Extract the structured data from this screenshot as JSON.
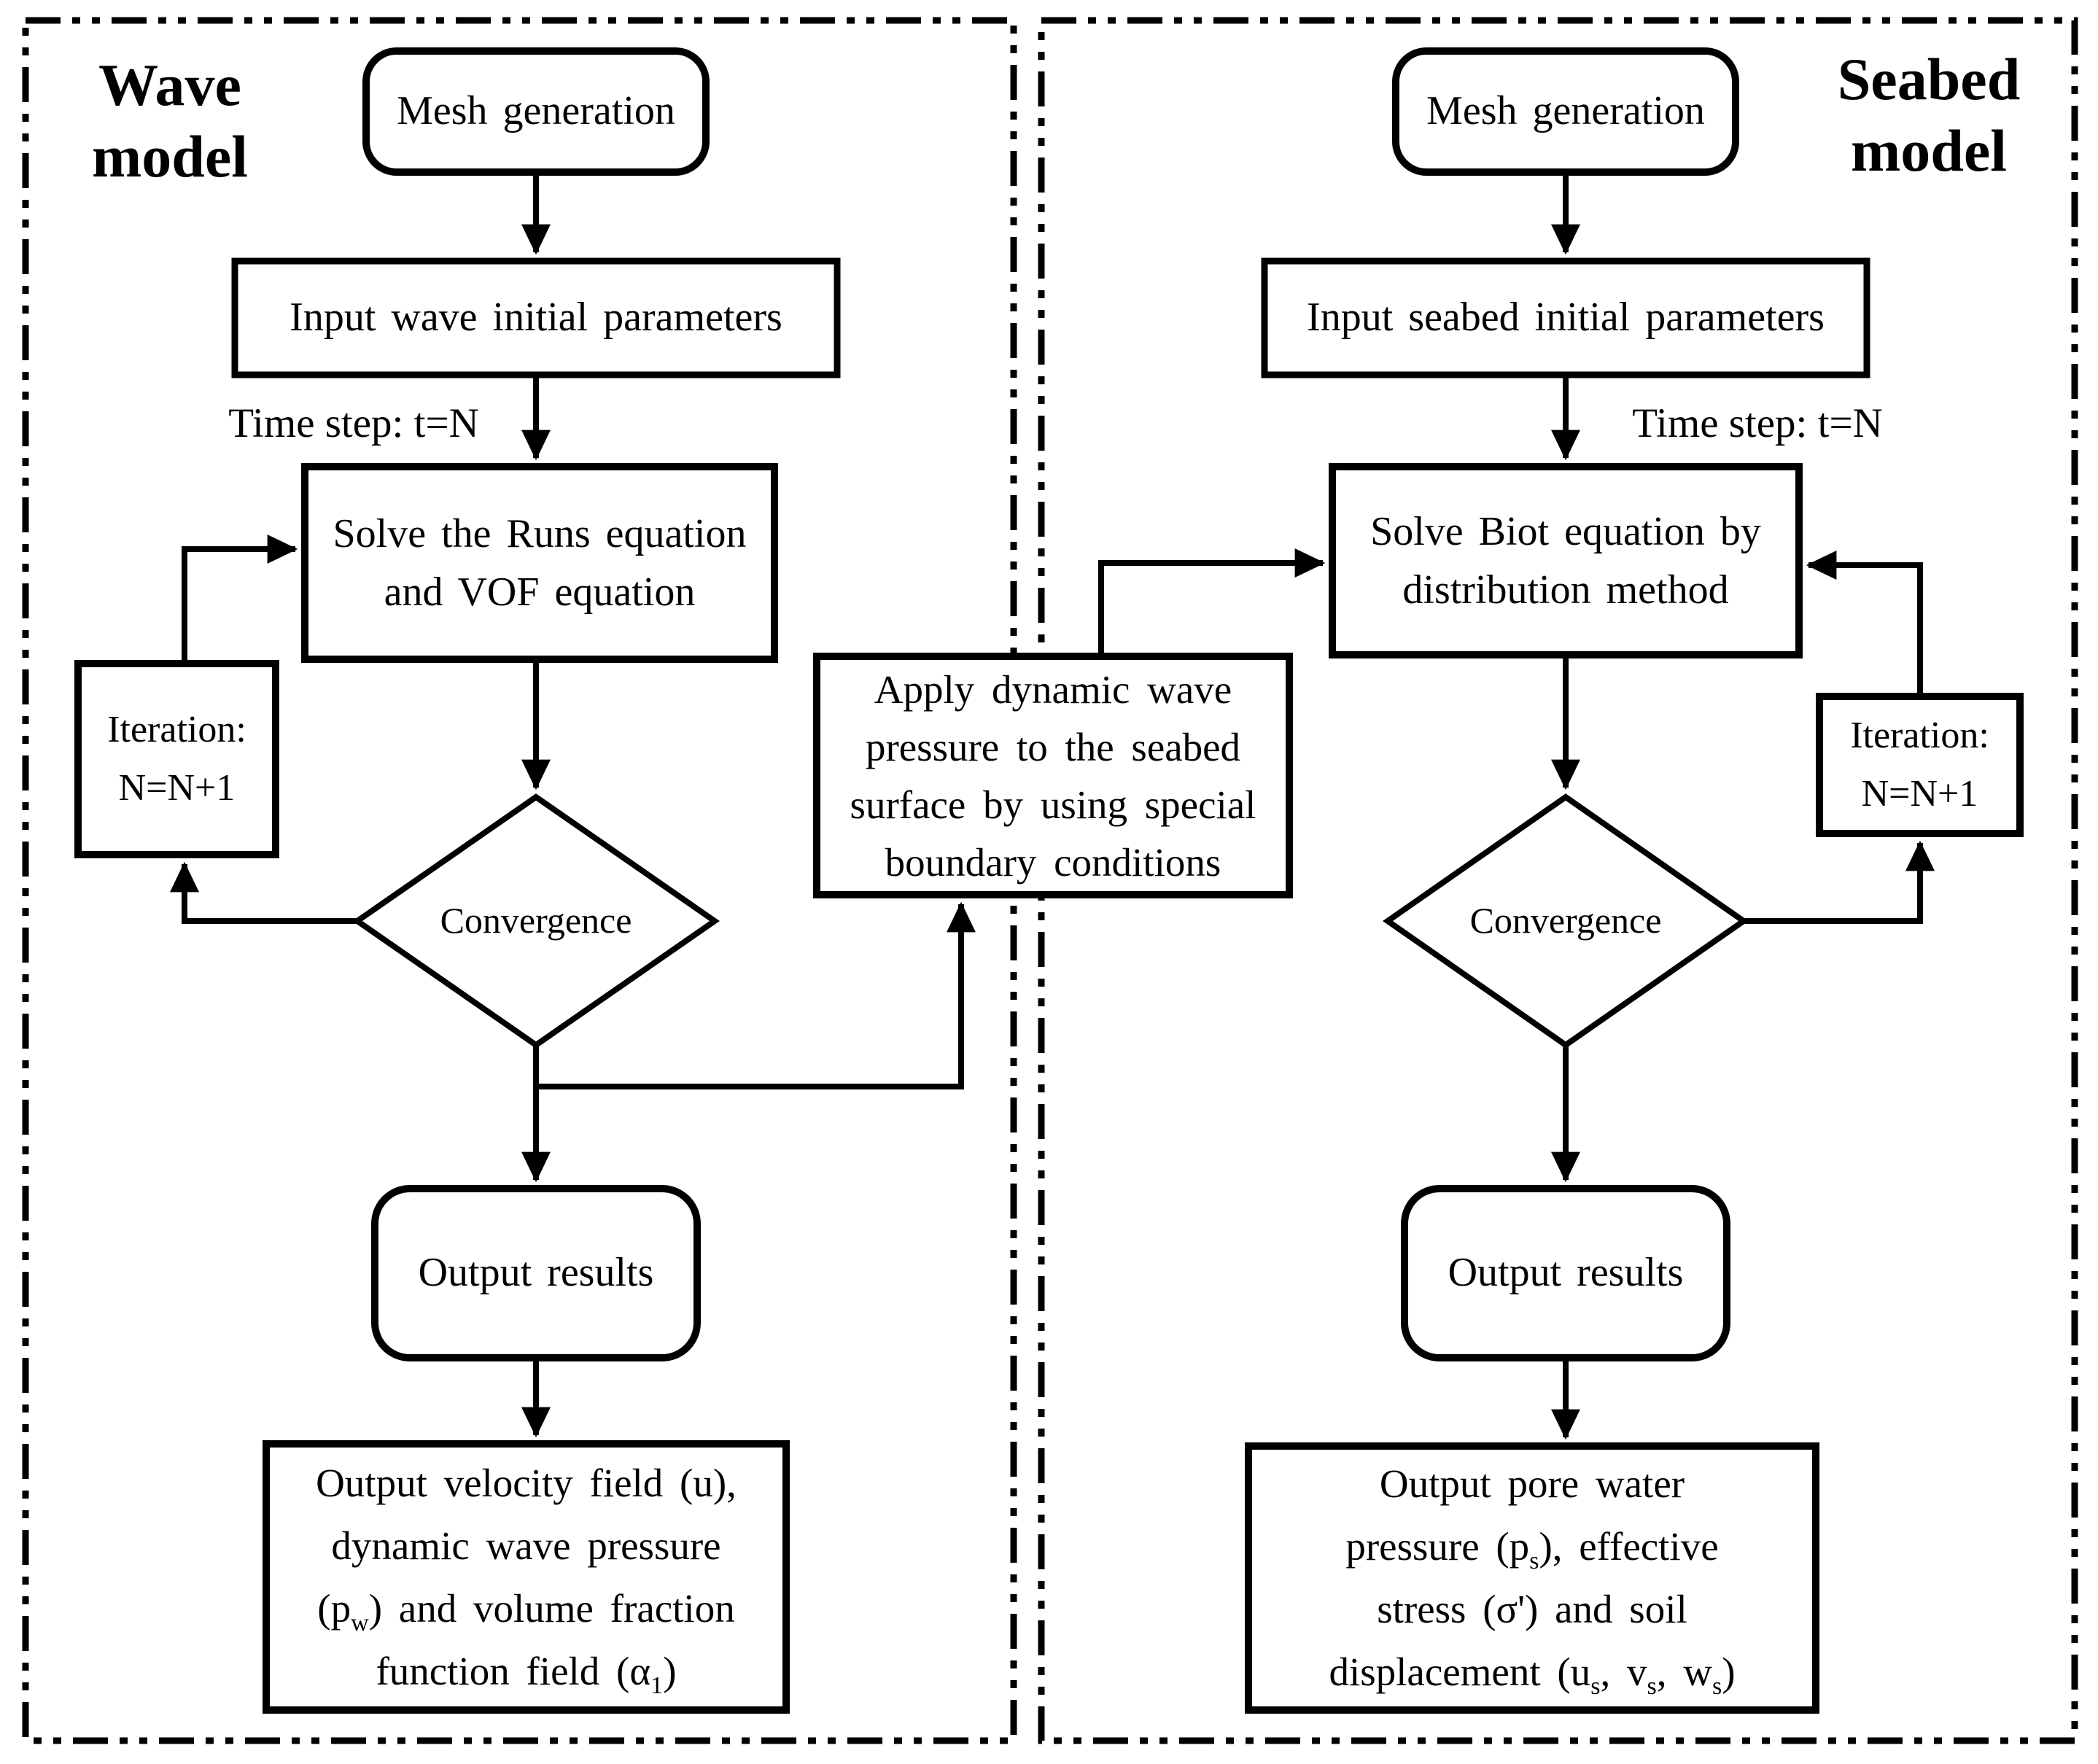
{
  "diagram": {
    "colors": {
      "ink": "#000000",
      "background": "#ffffff"
    },
    "wave_panel": {
      "title_line1": "Wave",
      "title_line2": "model",
      "mesh_label": "Mesh generation",
      "input_label": "Input wave initial parameters",
      "time_step_label": "Time step: t=N",
      "solve_line1": "Solve the Runs equation",
      "solve_line2": "and VOF equation",
      "iteration_line1": "Iteration:",
      "iteration_line2": "N=N+1",
      "convergence_label": "Convergence",
      "output_results_label": "Output results",
      "final_line1": "Output velocity field (u),",
      "final_line2": "dynamic wave pressure",
      "final_line3": "(p~w~) and volume fraction",
      "final_line4": "function field (α~1~)"
    },
    "seabed_panel": {
      "title_line1": "Seabed",
      "title_line2": "model",
      "mesh_label": "Mesh generation",
      "input_label": "Input seabed initial parameters",
      "time_step_label": "Time step: t=N",
      "solve_line1": "Solve Biot equation by",
      "solve_line2": "distribution method",
      "iteration_line1": "Iteration:",
      "iteration_line2": "N=N+1",
      "convergence_label": "Convergence",
      "output_results_label": "Output results",
      "final_line1": "Output pore water",
      "final_line2": "pressure (p~s~), effective",
      "final_line3": "stress (σ') and soil",
      "final_line4": "displacement (u~s~, v~s~, w~s~)"
    },
    "coupling": {
      "apply_line1": "Apply dynamic wave",
      "apply_line2": "pressure to the seabed",
      "apply_line3": "surface by using special",
      "apply_line4": "boundary conditions"
    }
  }
}
